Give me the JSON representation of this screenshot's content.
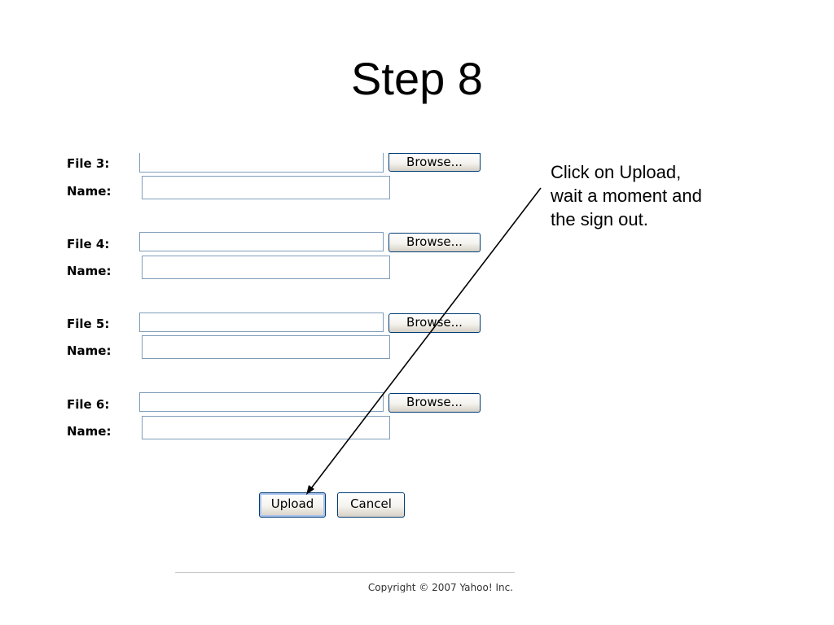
{
  "slide": {
    "title": "Step 8"
  },
  "form": {
    "rows": [
      {
        "file_label": "File 3:",
        "name_label": "Name:",
        "browse_label": "Browse..."
      },
      {
        "file_label": "File 4:",
        "name_label": "Name:",
        "browse_label": "Browse..."
      },
      {
        "file_label": "File 5:",
        "name_label": "Name:",
        "browse_label": "Browse..."
      },
      {
        "file_label": "File 6:",
        "name_label": "Name:",
        "browse_label": "Browse..."
      }
    ],
    "upload_label": "Upload",
    "cancel_label": "Cancel",
    "footer": "Copyright © 2007 Yahoo! Inc."
  },
  "callout": {
    "lines": [
      "Click on Upload,",
      "wait a moment and",
      "the sign out."
    ]
  },
  "colors": {
    "input_border": "#7f9db9",
    "button_border": "#003c74",
    "arrow": "#000000"
  }
}
